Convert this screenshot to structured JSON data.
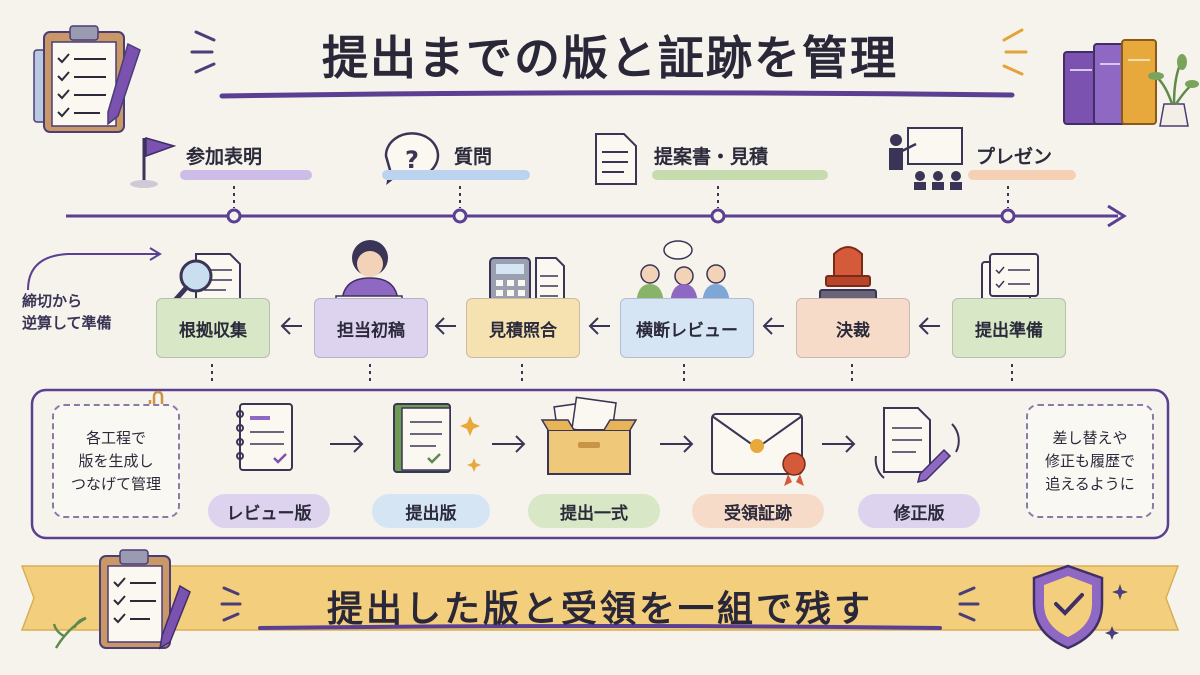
{
  "title": "提出までの版と証跡を管理",
  "milestones": [
    {
      "label": "参加表明",
      "icon": "flag-icon",
      "color": "#cdbbe8"
    },
    {
      "label": "質問",
      "icon": "question-bubble-icon",
      "color": "#bcd3ef"
    },
    {
      "label": "提案書・見積",
      "icon": "document-icon",
      "color": "#c7dcae"
    },
    {
      "label": "プレゼン",
      "icon": "presentation-icon",
      "color": "#f4d0b4"
    }
  ],
  "side_note": {
    "line1": "締切から",
    "line2": "逆算して準備"
  },
  "steps": [
    {
      "label": "根拠収集",
      "icon": "magnifier-document-icon",
      "color": "#d8e7c6"
    },
    {
      "label": "担当初稿",
      "icon": "person-writing-icon",
      "color": "#ddd3ee"
    },
    {
      "label": "見積照合",
      "icon": "calculator-icon",
      "color": "#f6e2b0"
    },
    {
      "label": "横断レビュー",
      "icon": "team-discussion-icon",
      "color": "#d6e5f4"
    },
    {
      "label": "決裁",
      "icon": "stamp-icon",
      "color": "#f6dcc8"
    },
    {
      "label": "提出準備",
      "icon": "file-folder-icon",
      "color": "#d8e7c6"
    }
  ],
  "left_note": {
    "line1": "各工程で",
    "line2": "版を生成し",
    "line3": "つなげて管理"
  },
  "right_note": {
    "line1": "差し替えや",
    "line2": "修正も履歴で",
    "line3": "追えるように"
  },
  "versions": [
    {
      "label": "レビュー版",
      "icon": "notebook-icon",
      "color": "#ddd3ee"
    },
    {
      "label": "提出版",
      "icon": "binder-icon",
      "color": "#d6e5f4"
    },
    {
      "label": "提出一式",
      "icon": "box-icon",
      "color": "#d8e7c6"
    },
    {
      "label": "受領証跡",
      "icon": "sealed-envelope-icon",
      "color": "#f6dcc8"
    },
    {
      "label": "修正版",
      "icon": "revised-document-icon",
      "color": "#ddd3ee"
    }
  ],
  "banner": "提出した版と受領を一組で残す",
  "colors": {
    "accent": "#5b3f92",
    "banner": "#f3cf7d",
    "background": "#f6f3ec"
  }
}
